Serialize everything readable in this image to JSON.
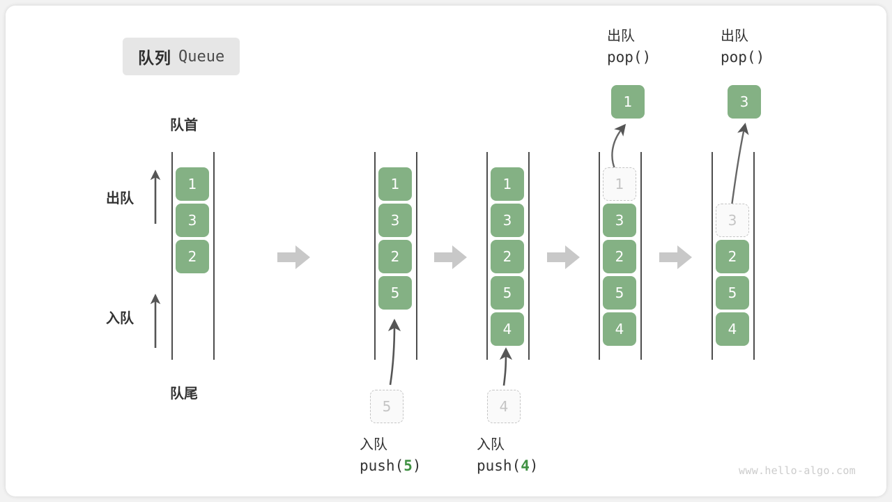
{
  "meta": {
    "title_cn": "队列",
    "title_en": "Queue",
    "watermark": "www.hello-algo.com"
  },
  "colors": {
    "cell_fill": "#84b184",
    "cell_text": "#ffffff",
    "ghost_border": "#c4c4c4",
    "ghost_text": "#c4c4c4",
    "rail": "#4d4d4d",
    "step_arrow": "#c8c8c8",
    "accent_green": "#3f9142",
    "badge_bg": "#e6e6e6",
    "text": "#333333"
  },
  "labels": {
    "front": "队首",
    "rear": "队尾",
    "dequeue": "出队",
    "enqueue": "入队",
    "pop_cn": "出队",
    "pop_code": "pop()",
    "push_cn": "入队"
  },
  "columns": [
    {
      "id": "col-initial",
      "cells": [
        {
          "value": "1",
          "state": "filled"
        },
        {
          "value": "3",
          "state": "filled"
        },
        {
          "value": "2",
          "state": "filled"
        }
      ]
    },
    {
      "id": "col-push-5",
      "cells": [
        {
          "value": "1",
          "state": "filled"
        },
        {
          "value": "3",
          "state": "filled"
        },
        {
          "value": "2",
          "state": "filled"
        },
        {
          "value": "5",
          "state": "filled"
        }
      ],
      "incoming": {
        "value": "5",
        "state": "ghost"
      },
      "op_cn": "入队",
      "op_code_pre": "push(",
      "op_code_num": "5",
      "op_code_post": ")"
    },
    {
      "id": "col-push-4",
      "cells": [
        {
          "value": "1",
          "state": "filled"
        },
        {
          "value": "3",
          "state": "filled"
        },
        {
          "value": "2",
          "state": "filled"
        },
        {
          "value": "5",
          "state": "filled"
        },
        {
          "value": "4",
          "state": "filled"
        }
      ],
      "incoming": {
        "value": "4",
        "state": "ghost"
      },
      "op_cn": "入队",
      "op_code_pre": "push(",
      "op_code_num": "4",
      "op_code_post": ")"
    },
    {
      "id": "col-pop-1",
      "cells": [
        {
          "value": "1",
          "state": "ghost"
        },
        {
          "value": "3",
          "state": "filled"
        },
        {
          "value": "2",
          "state": "filled"
        },
        {
          "value": "5",
          "state": "filled"
        },
        {
          "value": "4",
          "state": "filled"
        }
      ],
      "outgoing": {
        "value": "1",
        "state": "filled"
      },
      "op_cn": "出队",
      "op_code": "pop()"
    },
    {
      "id": "col-pop-3",
      "cells": [
        {
          "value": "3",
          "state": "ghost"
        },
        {
          "value": "2",
          "state": "filled"
        },
        {
          "value": "5",
          "state": "filled"
        },
        {
          "value": "4",
          "state": "filled"
        }
      ],
      "outgoing": {
        "value": "3",
        "state": "filled"
      },
      "op_cn": "出队",
      "op_code": "pop()"
    }
  ]
}
